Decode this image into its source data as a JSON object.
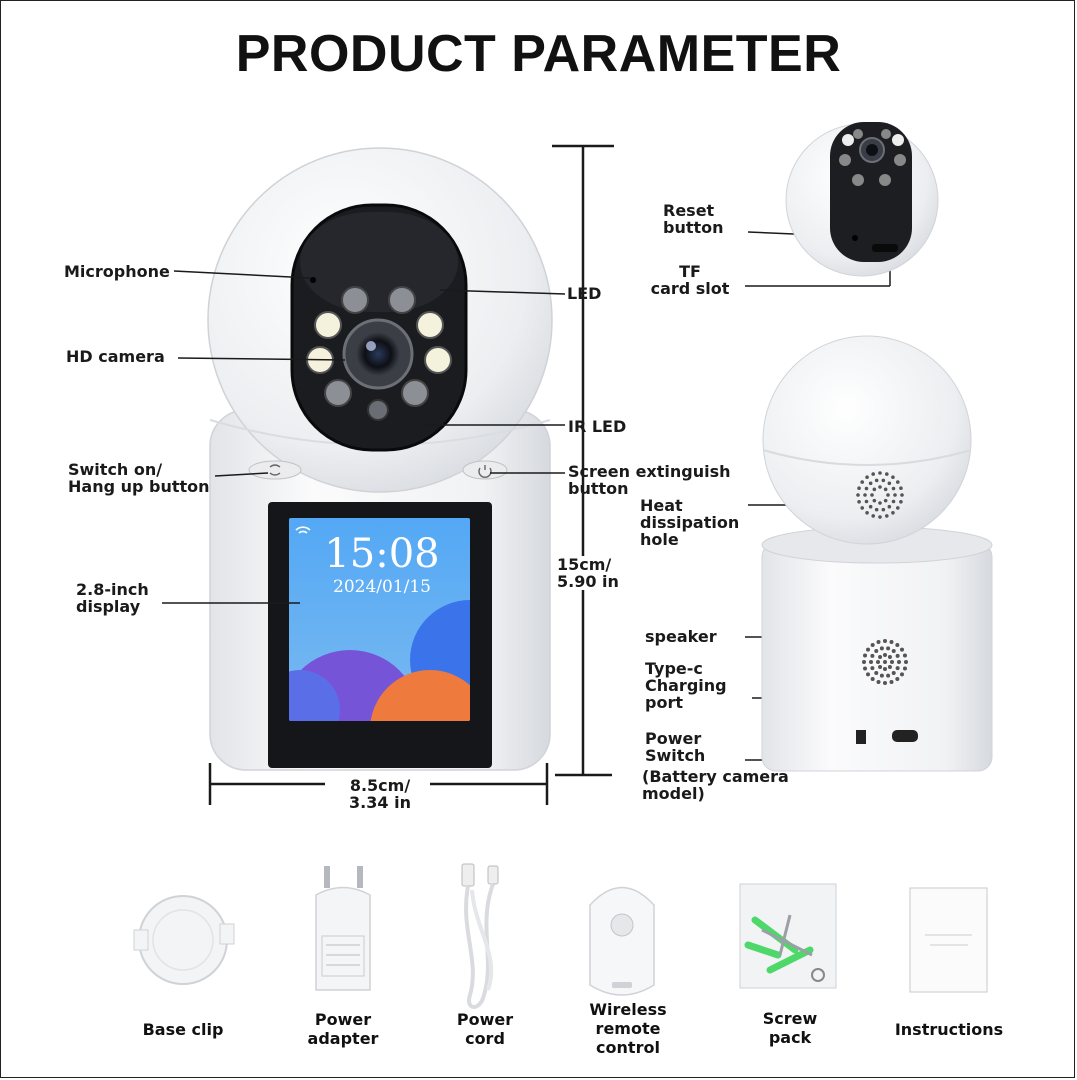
{
  "title": "PRODUCT PARAMETER",
  "screen": {
    "time": "15:08",
    "date": "2024/01/15"
  },
  "callouts": {
    "microphone": "Microphone",
    "hd_camera": "HD camera",
    "led": "LED",
    "ir_led": "IR LED",
    "switch_on": "Switch on/\nHang up button",
    "screen_extinguish": "Screen extinguish\nbutton",
    "display": "2.8-inch\ndisplay",
    "height": "15cm/\n5.90 in",
    "width": "8.5cm/\n3.34 in",
    "reset": "Reset\nbutton",
    "tf_card": "TF\ncard slot",
    "heat": "Heat\ndissipation\nhole",
    "speaker": "speaker",
    "typec": "Type-c\nCharging\nport",
    "power_switch": "Power\nSwitch",
    "battery_model": "(Battery camera\nmodel)"
  },
  "accessories": [
    {
      "label": "Base clip"
    },
    {
      "label": "Power\nadapter"
    },
    {
      "label": "Power\ncord"
    },
    {
      "label": "Wireless\nremote\ncontrol"
    },
    {
      "label": "Screw\npack"
    },
    {
      "label": "Instructions"
    }
  ]
}
